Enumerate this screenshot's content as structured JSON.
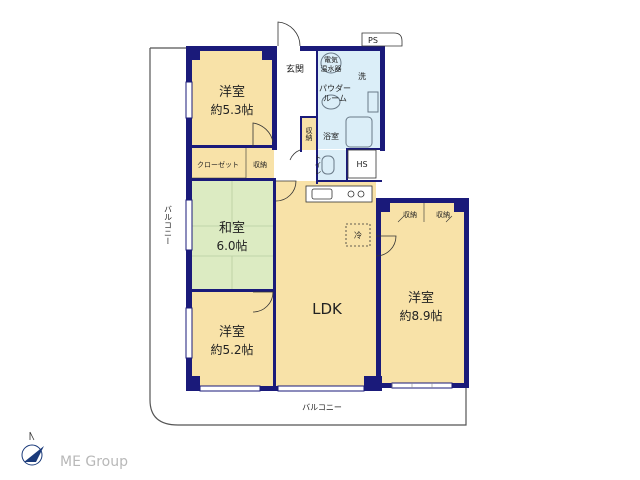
{
  "rooms": {
    "western_1": {
      "name": "洋室",
      "size": "約5.3帖"
    },
    "washitsu": {
      "name": "和室",
      "size": "6.0帖"
    },
    "western_2": {
      "name": "洋室",
      "size": "約5.2帖"
    },
    "ldk": {
      "name": "LDK"
    },
    "western_3": {
      "name": "洋室",
      "size": "約8.9帖"
    }
  },
  "labels": {
    "entrance": "玄関",
    "water_heater_1": "電気",
    "water_heater_2": "温水器",
    "wash": "洗",
    "powder_1": "パウダー",
    "powder_2": "ルーム",
    "bath": "浴室",
    "storage_small": "収納",
    "toilet": "トイレ",
    "hs": "HS",
    "closet": "クローゼット",
    "storage_closet": "収納",
    "storage_r1": "収納",
    "storage_r2": "収納",
    "fridge": "冷",
    "ps": "PS",
    "balcony_left": "バルコニー",
    "balcony_bottom": "バルコニー",
    "brand": "ME Group"
  },
  "colors": {
    "wall": "#1a1a7a",
    "floor": "#f8e2a8",
    "tatami": "#dcebc2",
    "wet": "#dbeef8",
    "balcony_line": "#555555"
  }
}
